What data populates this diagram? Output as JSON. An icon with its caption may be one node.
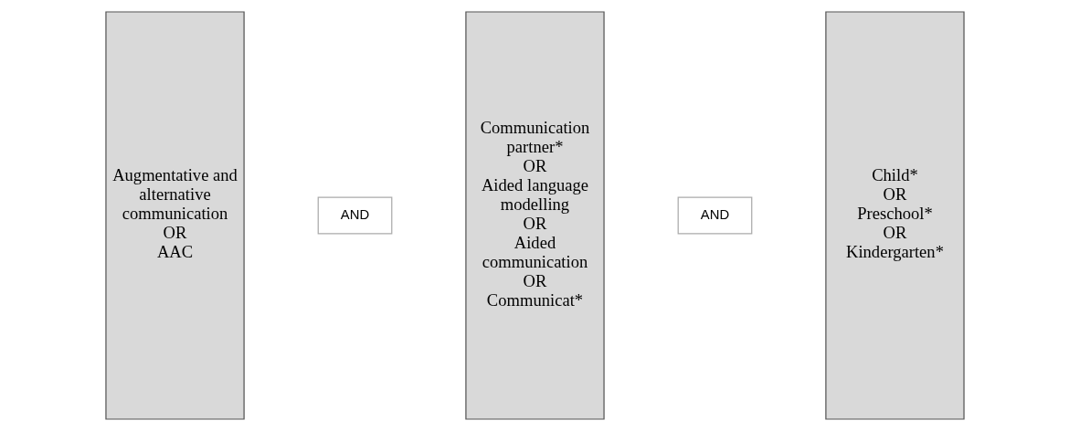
{
  "diagram": {
    "nodes": [
      {
        "text": [
          "Augmentative and alternative communication",
          "OR",
          "AAC"
        ]
      },
      {
        "text": [
          "AND"
        ]
      },
      {
        "text": [
          "Communication partner*",
          "OR",
          "Aided language modelling",
          "OR",
          "Aided communication",
          "OR",
          "Communicat*"
        ]
      },
      {
        "text": [
          "AND"
        ]
      },
      {
        "text": [
          "Child*",
          "OR",
          "Preschool*",
          "OR",
          "Kindergarten*"
        ]
      }
    ],
    "edges": []
  }
}
